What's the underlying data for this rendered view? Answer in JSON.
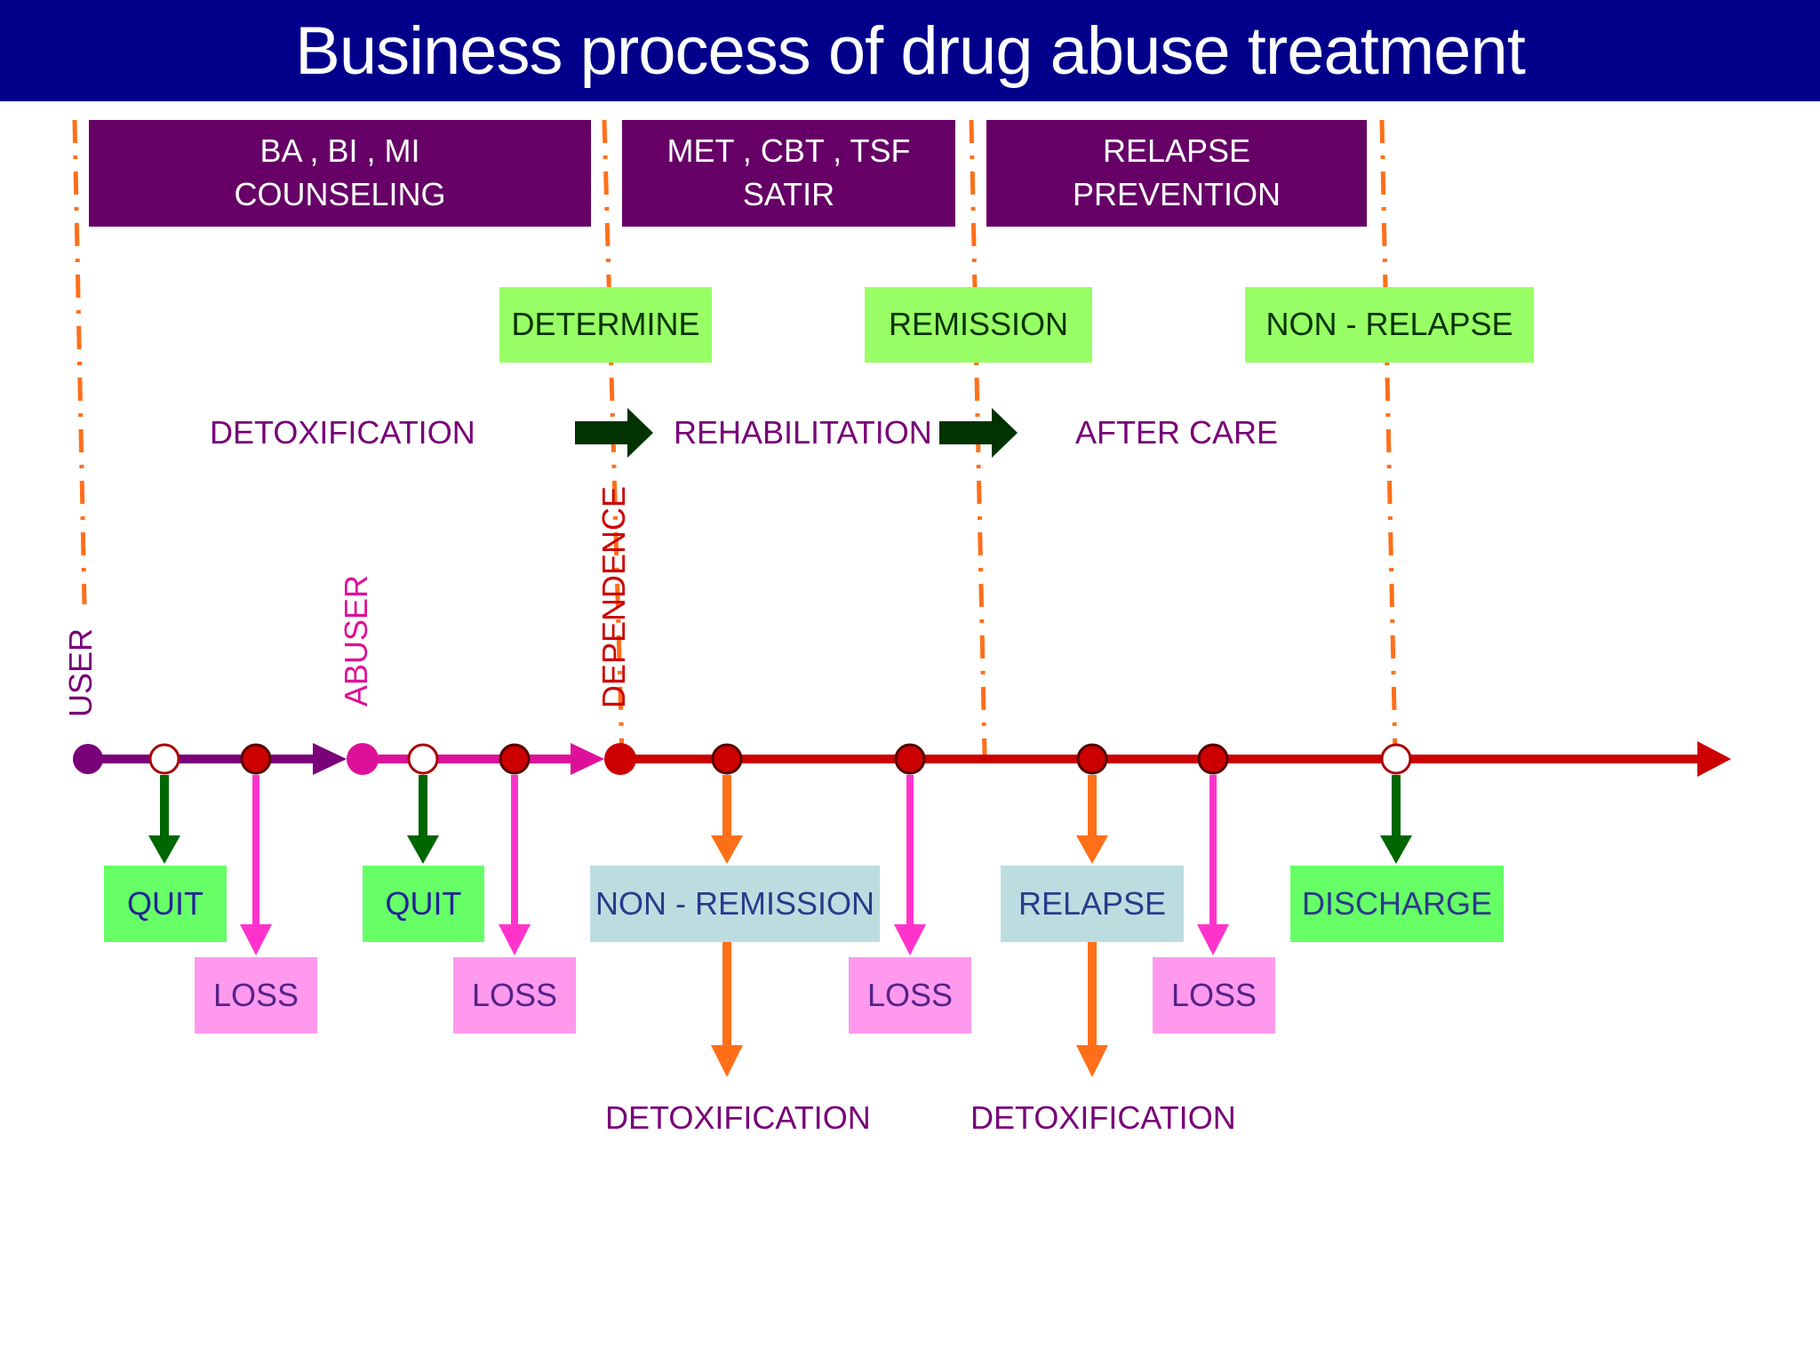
{
  "title": "Business process of drug abuse treatment",
  "therapies": [
    {
      "label": "BA , BI , MI\nCOUNSELING"
    },
    {
      "label": "MET , CBT , TSF\nSATIR"
    },
    {
      "label": "RELAPSE\nPREVENTION"
    }
  ],
  "milestones": {
    "determine": "DETERMINE",
    "remission": "REMISSION",
    "non_relapse": "NON - RELAPSE"
  },
  "phases": {
    "detox": "DETOXIFICATION",
    "rehab": "REHABILITATION",
    "aftercare": "AFTER CARE"
  },
  "stages": {
    "user": "USER",
    "abuser": "ABUSER",
    "dependence": "DEPENDENCE"
  },
  "outcomes": {
    "quit_1": "QUIT",
    "quit_2": "QUIT",
    "loss_1": "LOSS",
    "loss_2": "LOSS",
    "loss_3": "LOSS",
    "loss_4": "LOSS",
    "non_remission": "NON - REMISSION",
    "relapse": "RELAPSE",
    "discharge": "DISCHARGE",
    "detox_after_non_remission": "DETOXIFICATION",
    "detox_after_relapse": "DETOXIFICATION"
  },
  "colors": {
    "title_bg": "#00008b",
    "therapy_bg": "#660066",
    "milestone_bg": "#99ff66",
    "loss_bg": "#ff99ee",
    "outcome_bg": "#bbdde0",
    "timeline_user": "#7a007a",
    "timeline_abuser": "#dd1199",
    "timeline_dependence": "#cc0000",
    "boundary": "#ff6f1a"
  }
}
